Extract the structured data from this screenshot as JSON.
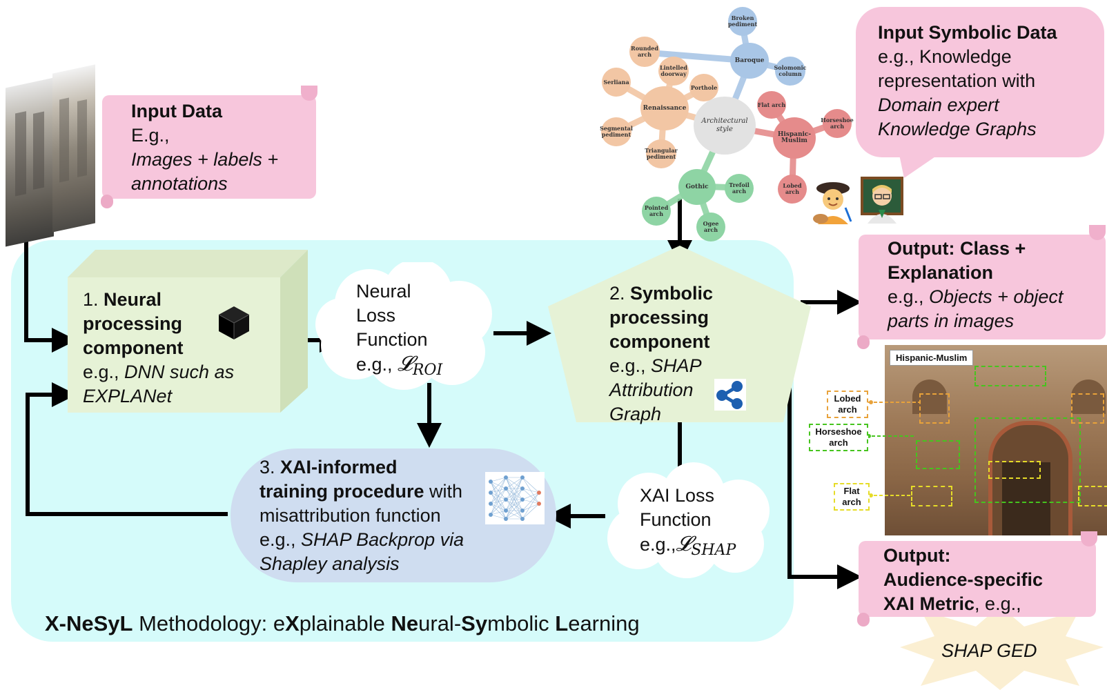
{
  "title": {
    "parts": [
      {
        "t": "X-NeSyL",
        "b": true
      },
      {
        "t": " Methodology: e",
        "b": false
      },
      {
        "t": "X",
        "b": true
      },
      {
        "t": "plainable ",
        "b": false
      },
      {
        "t": "Ne",
        "b": true
      },
      {
        "t": "ural-",
        "b": false
      },
      {
        "t": "Sy",
        "b": true
      },
      {
        "t": "mbolic ",
        "b": false
      },
      {
        "t": "L",
        "b": true
      },
      {
        "t": "earning",
        "b": false
      }
    ]
  },
  "input_data": {
    "title": "Input Data",
    "line1": "E.g.,",
    "line2": "Images + labels +",
    "line3": "annotations"
  },
  "input_symbolic": {
    "title": "Input Symbolic Data",
    "line1": "e.g., Knowledge",
    "line2": "representation with",
    "line3": "Domain expert",
    "line4": "Knowledge Graphs"
  },
  "neural_component": {
    "num": "1. ",
    "title1": "Neural",
    "title2": "processing",
    "title3": "component",
    "eg": "e.g., ",
    "example1": "DNN such as",
    "example2": "EXPLANet"
  },
  "neural_loss": {
    "line1": "Neural",
    "line2": "Loss",
    "line3": "Function",
    "eg": "e.g., ",
    "symbol": "𝓛",
    "subscript": "ROI"
  },
  "symbolic_component": {
    "num": "2. ",
    "title1": "Symbolic",
    "title2": "processing",
    "title3": "component",
    "eg": "e.g., ",
    "example1": "SHAP",
    "example2": "Attribution",
    "example3": "Graph"
  },
  "xai_training": {
    "num": "3. ",
    "title1": "XAI-informed",
    "title2": "training procedure",
    "with": " with",
    "line3": "misattribution function",
    "eg": "e.g., ",
    "example1": "SHAP Backprop via",
    "example2": "Shapley analysis"
  },
  "xai_loss": {
    "line1": "XAI Loss",
    "line2": "Function",
    "eg": "e.g.,",
    "symbol": "𝓛",
    "subscript": "SHAP"
  },
  "output_class": {
    "title1": "Output: Class +",
    "title2": "Explanation",
    "eg": "e.g., ",
    "example1": "Objects + object",
    "example2": "parts in images"
  },
  "output_metric": {
    "title1": "Output:",
    "title2": "Audience-specific",
    "title3": "XAI Metric",
    "eg": ",  e.g.,",
    "metric": "SHAP GED"
  },
  "facade": {
    "label": "Hispanic-Muslim",
    "tags": [
      {
        "l1": "Lobed",
        "l2": "arch",
        "color": "#e8a23a"
      },
      {
        "l1": "Horseshoe",
        "l2": "arch",
        "color": "#46c41e"
      },
      {
        "l1": "Flat",
        "l2": "arch",
        "color": "#e6dc28"
      }
    ]
  },
  "mindmap": {
    "center": {
      "l1": "Architectural",
      "l2": "style"
    },
    "baroque": {
      "name": "Baroque",
      "children": [
        {
          "l1": "Broken",
          "l2": "pediment"
        },
        {
          "l1": "Solomonic",
          "l2": "column"
        }
      ]
    },
    "renaissance": {
      "name": "Renaissance",
      "children": [
        {
          "l1": "Rounded",
          "l2": "arch"
        },
        {
          "l1": "Lintelled",
          "l2": "doorway"
        },
        {
          "l1": "Porthole",
          "l2": ""
        },
        {
          "l1": "Serliana",
          "l2": ""
        },
        {
          "l1": "Segmental",
          "l2": "pediment"
        },
        {
          "l1": "Triangular",
          "l2": "pediment"
        }
      ]
    },
    "hispanic": {
      "l1": "Hispanic-",
      "l2": "Muslim",
      "children": [
        {
          "l1": "Flat arch",
          "l2": ""
        },
        {
          "l1": "Horseshoe",
          "l2": "arch"
        },
        {
          "l1": "Lobed",
          "l2": "arch"
        }
      ]
    },
    "gothic": {
      "name": "Gothic",
      "children": [
        {
          "l1": "Trefoil",
          "l2": "arch"
        },
        {
          "l1": "Pointed",
          "l2": "arch"
        },
        {
          "l1": "Ogee",
          "l2": "arch"
        }
      ]
    },
    "colors": {
      "baroque": "#a9c6e6",
      "renaissance": "#f2c6a4",
      "hispanic": "#e58b8b",
      "gothic": "#8ed4a4",
      "center": "#e2e2e2"
    }
  },
  "colors": {
    "region": "#d5fbfa",
    "component": "#e6f2d6",
    "training": "#cfddf0",
    "scroll": "#f7c6dc",
    "star": "#fbefd2"
  },
  "icons": [
    "black-cube-icon",
    "share-nodes-icon",
    "neural-network-icon",
    "artist-emoji-icon",
    "teacher-emoji-icon"
  ]
}
